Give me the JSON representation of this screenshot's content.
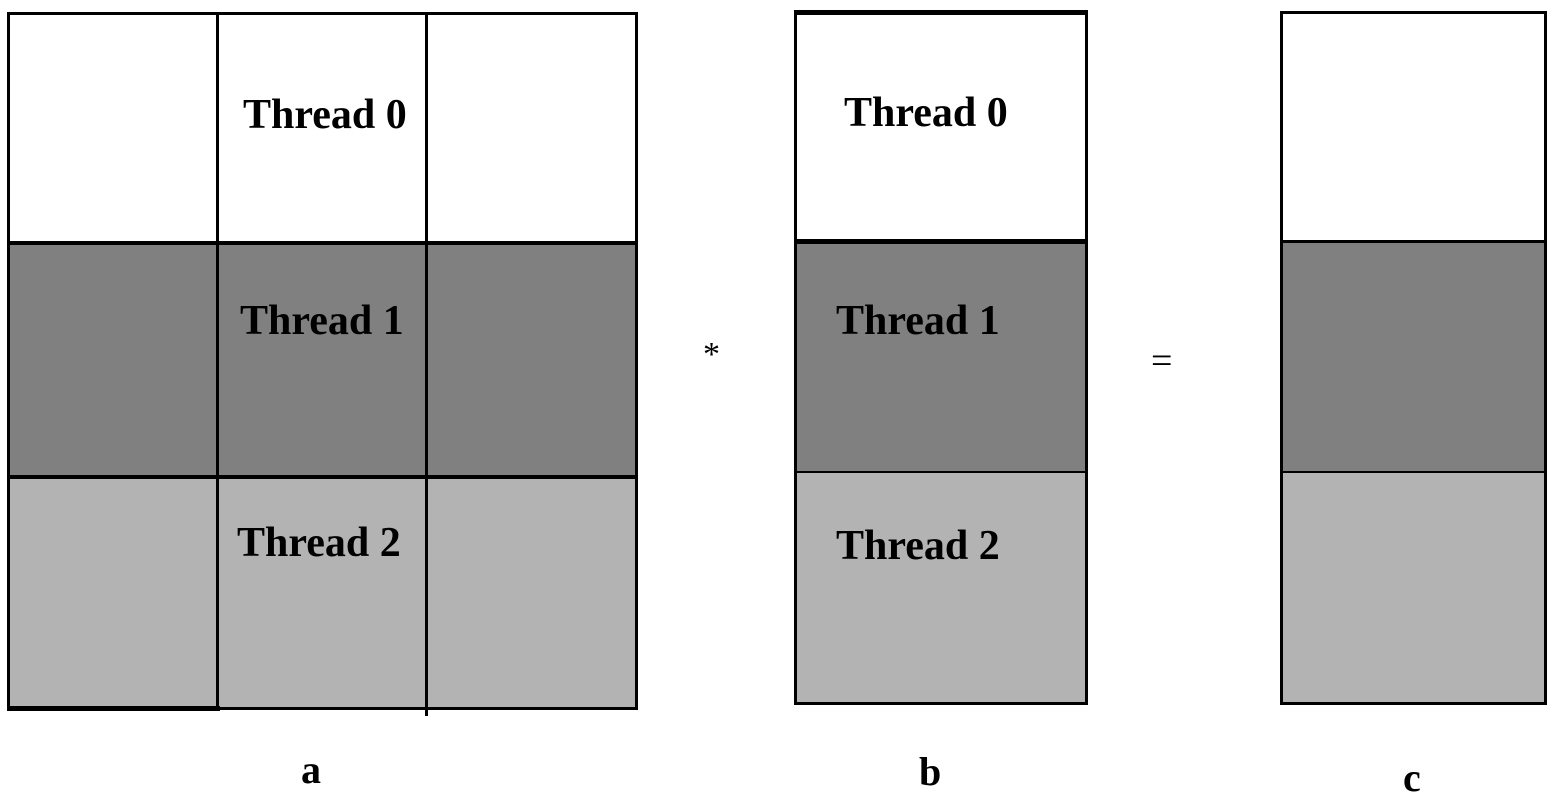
{
  "matrix_a": {
    "rows": [
      {
        "label": "Thread 0",
        "shade": "#ffffff"
      },
      {
        "label": "Thread 1",
        "shade": "#808080"
      },
      {
        "label": "Thread 2",
        "shade": "#b3b3b3"
      }
    ],
    "caption": "a"
  },
  "matrix_b": {
    "rows": [
      {
        "label": "Thread 0",
        "shade": "#ffffff"
      },
      {
        "label": "Thread 1",
        "shade": "#808080"
      },
      {
        "label": "Thread 2",
        "shade": "#b3b3b3"
      }
    ],
    "caption": "b"
  },
  "matrix_c": {
    "rows": [
      {
        "shade": "#ffffff"
      },
      {
        "shade": "#808080"
      },
      {
        "shade": "#b3b3b3"
      }
    ],
    "caption": "c"
  },
  "operators": {
    "multiply": "*",
    "equals": "="
  }
}
